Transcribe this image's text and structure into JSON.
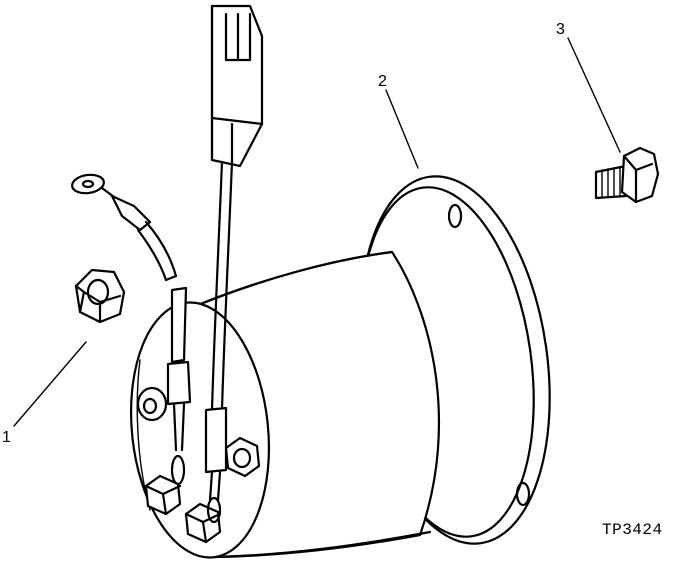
{
  "callouts": {
    "nut": "1",
    "solenoid": "2",
    "screw": "3"
  },
  "figure_id": "TP3424",
  "colors": {
    "line": "#000000",
    "background": "#ffffff"
  }
}
